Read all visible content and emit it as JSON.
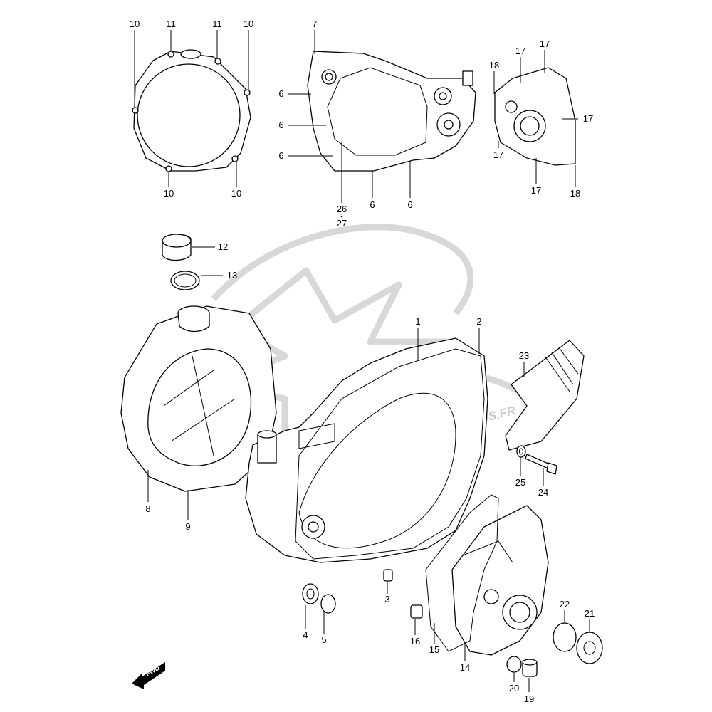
{
  "diagram": {
    "callouts": {
      "c10a": "10",
      "c11a": "11",
      "c11b": "11",
      "c10b": "10",
      "c10c": "10",
      "c10d": "10",
      "c7": "7",
      "c6a": "6",
      "c6b": "6",
      "c6c": "6",
      "c6d": "6",
      "c6e": "6",
      "c26": "26",
      "c27": "27",
      "c18a": "18",
      "c17a": "17",
      "c17b": "17",
      "c17c": "17",
      "c17d": "17",
      "c17e": "17",
      "c18b": "18",
      "c12": "12",
      "c13": "13",
      "c1": "1",
      "c2": "2",
      "c23": "23",
      "c25": "25",
      "c24": "24",
      "c8": "8",
      "c9": "9",
      "c3": "3",
      "c4": "4",
      "c5": "5",
      "c16": "16",
      "c15": "15",
      "c14": "14",
      "c22": "22",
      "c21": "21",
      "c20": "20",
      "c19": "19"
    },
    "fwd_label": "FWD",
    "watermark_text": "WWW.DREAMMACMOTOS.FR"
  }
}
